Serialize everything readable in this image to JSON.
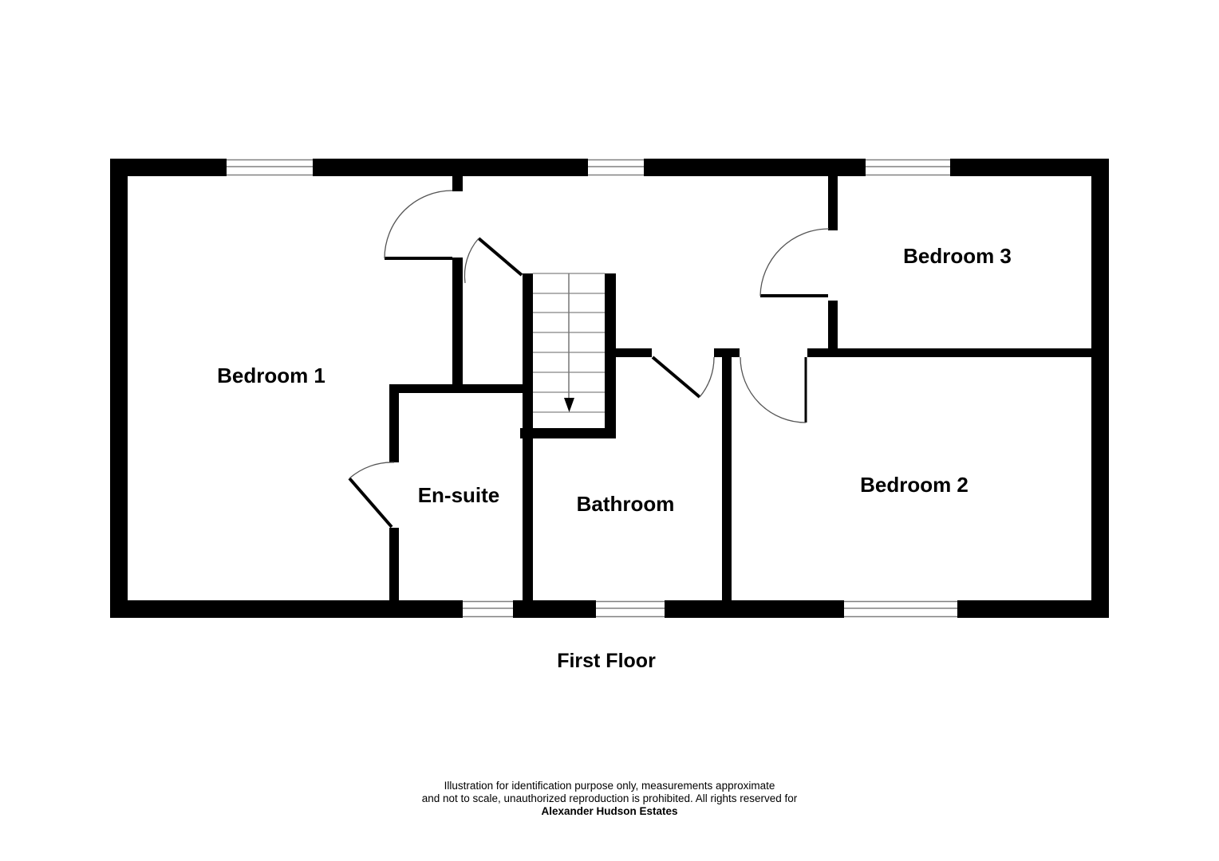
{
  "plan": {
    "title": "First Floor",
    "rooms": [
      {
        "name": "Bedroom 1"
      },
      {
        "name": "Bedroom 2"
      },
      {
        "name": "Bedroom 3"
      },
      {
        "name": "En-suite"
      },
      {
        "name": "Bathroom"
      }
    ],
    "stairs": {
      "direction": "down",
      "tread_count": 8
    },
    "window_count": 6,
    "door_count": 6,
    "disclaimer_lines": [
      "Illustration for identification purpose only, measurements approximate",
      "and not to scale, unauthorized reproduction is prohibited. All rights reserved for",
      "Alexander Hudson Estates"
    ],
    "colors": {
      "wall": "#000000",
      "background": "#ffffff",
      "tread_line": "#999999",
      "window_line": "#808080",
      "door_arc": "#555555"
    }
  }
}
